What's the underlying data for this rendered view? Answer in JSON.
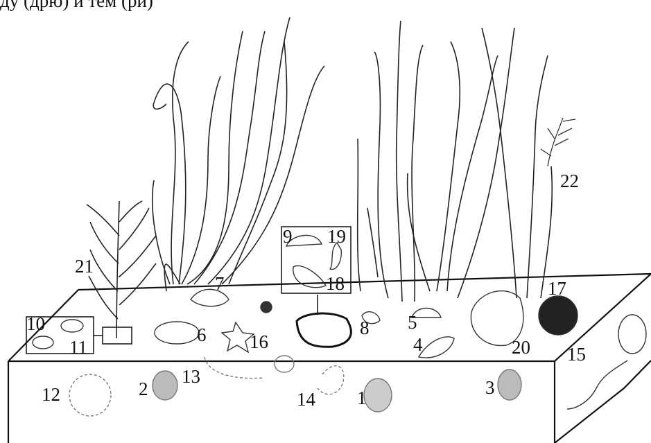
{
  "header_fragment": "ду (дрю) и тем (ри)",
  "labels": {
    "l1": "1",
    "l2": "2",
    "l3": "3",
    "l4": "4",
    "l5": "5",
    "l6": "6",
    "l7": "7",
    "l8": "8",
    "l9": "9",
    "l10": "10",
    "l11": "11",
    "l12": "12",
    "l13": "13",
    "l14": "14",
    "l15": "15",
    "l16": "16",
    "l17": "17",
    "l18": "18",
    "l19": "19",
    "l20": "20",
    "l21": "21",
    "l22": "22"
  }
}
